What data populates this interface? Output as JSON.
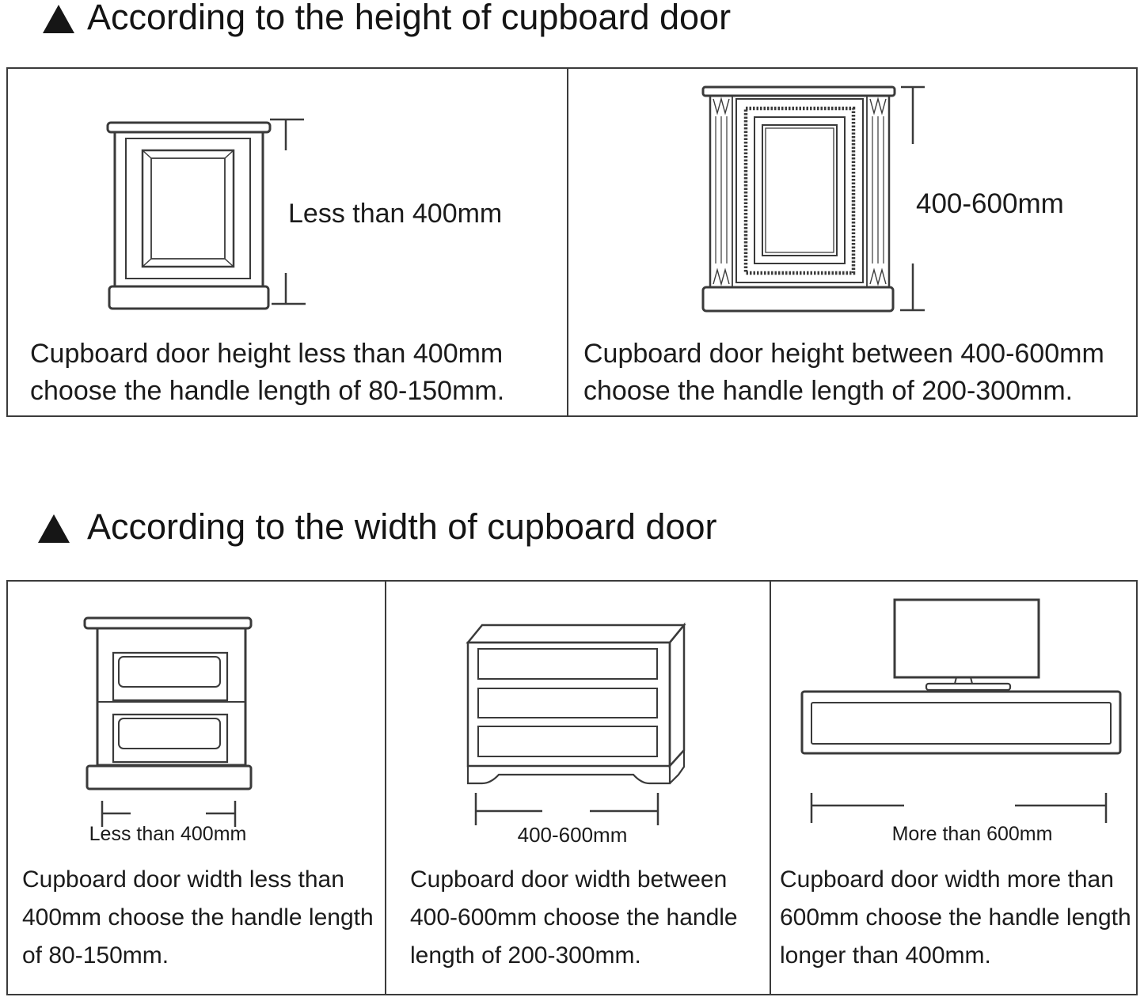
{
  "colors": {
    "background": "#ffffff",
    "line_art": "#3a3a3a",
    "panel_border": "#3b3b3b",
    "text": "#1b1b1b"
  },
  "sections": [
    {
      "marker_icon": "triangle-up",
      "title": "According to the height of cupboard door",
      "panels": [
        {
          "drawing": "single-door-cupboard",
          "dimension_label": "Less than 400mm",
          "caption_lines": [
            "Cupboard door height less than 400mm",
            "choose the handle length of 80-150mm."
          ]
        },
        {
          "drawing": "ornate-single-door-cupboard",
          "dimension_label": "400-600mm",
          "caption_lines": [
            "Cupboard door height between 400-600mm",
            "choose the handle length of 200-300mm."
          ]
        }
      ]
    },
    {
      "marker_icon": "triangle-up",
      "title": "According to the width of cupboard door",
      "panels": [
        {
          "drawing": "two-drawer-nightstand",
          "dimension_label": "Less than 400mm",
          "caption_lines": [
            "Cupboard door width less than",
            "400mm choose the handle length",
            "of 80-150mm."
          ]
        },
        {
          "drawing": "three-drawer-chest",
          "dimension_label": "400-600mm",
          "caption_lines": [
            "Cupboard door width between",
            "400-600mm choose the handle",
            "length of 200-300mm."
          ]
        },
        {
          "drawing": "tv-stand-cabinet",
          "dimension_label": "More than 600mm",
          "caption_lines": [
            "Cupboard door width more than",
            "600mm choose the handle length",
            "longer than 400mm."
          ]
        }
      ]
    }
  ]
}
